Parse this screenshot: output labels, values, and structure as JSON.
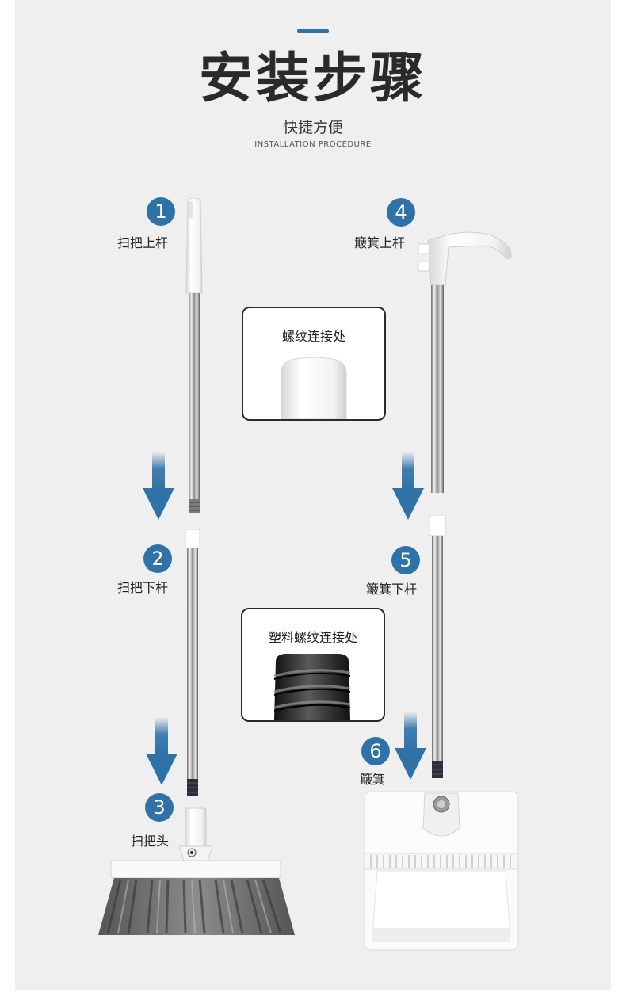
{
  "header": {
    "title": "安装步骤",
    "subtitle": "快捷方便",
    "subtitle_en": "INSTALLATION PROCEDURE"
  },
  "steps": [
    {
      "number": "1",
      "label": "扫把上杆"
    },
    {
      "number": "2",
      "label": "扫把下杆"
    },
    {
      "number": "3",
      "label": "扫把头"
    },
    {
      "number": "4",
      "label": "簸箕上杆"
    },
    {
      "number": "5",
      "label": "簸箕下杆"
    },
    {
      "number": "6",
      "label": "簸箕"
    }
  ],
  "details": {
    "screw_joint_label": "螺纹连接处",
    "plastic_screw_joint_label": "塑料螺纹连接处"
  },
  "colors": {
    "accent_blue": "#2f72a8",
    "arrow_blue": "#2f72a8",
    "background": "#efefef"
  }
}
